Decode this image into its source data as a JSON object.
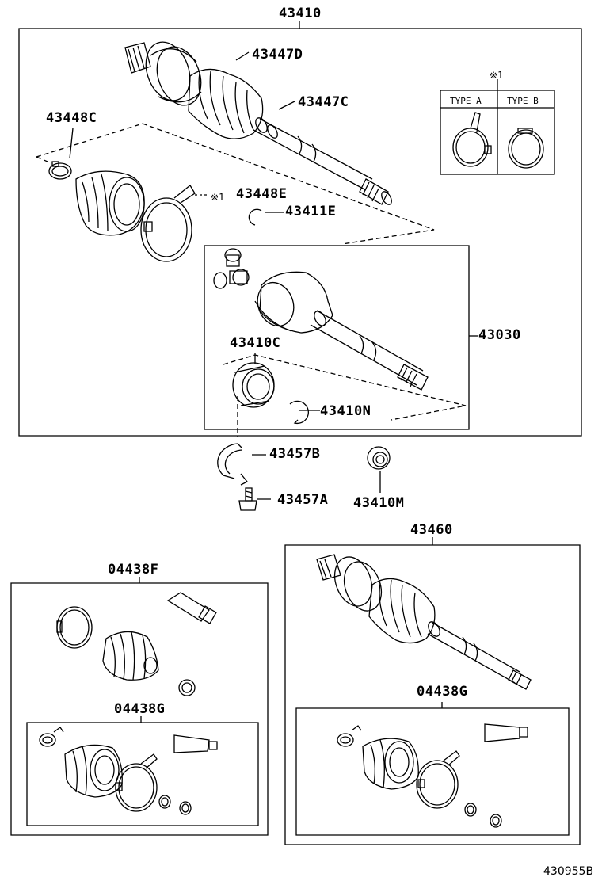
{
  "labels": {
    "p43410": "43410",
    "p43447D": "43447D",
    "p43447C": "43447C",
    "p43448C": "43448C",
    "p43448E": "43448E",
    "p43411E": "43411E",
    "note_mark": "※1",
    "type_a": "TYPE A",
    "type_b": "TYPE B",
    "p43030": "43030",
    "p43410C": "43410C",
    "p43410N": "43410N",
    "p43457B": "43457B",
    "p43457A": "43457A",
    "p43410M": "43410M",
    "p43460": "43460",
    "p04438F": "04438F",
    "p04438G_left": "04438G",
    "p04438G_right": "04438G",
    "diagram_code": "430955B"
  }
}
